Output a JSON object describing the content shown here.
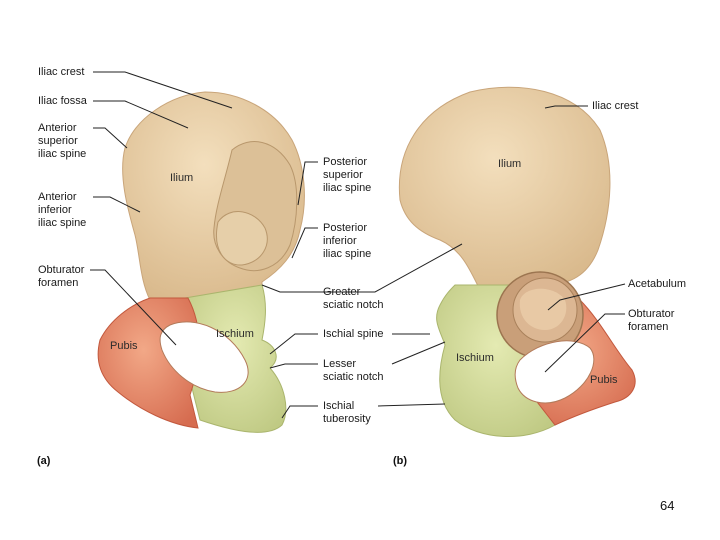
{
  "figure": {
    "panel_a": "(a)",
    "panel_b": "(b)",
    "page_number": "64"
  },
  "colors": {
    "ilium": "#ead0a8",
    "ilium_shadow": "#d4b58a",
    "ischium": "#d8df9c",
    "ischium_shadow": "#b9c47c",
    "pubis": "#ec9273",
    "pubis_shadow": "#d4694c",
    "acetabulum": "#cfa47f",
    "leader": "#222222"
  },
  "left_labels": {
    "iliac_crest": "Iliac crest",
    "iliac_fossa": "Iliac fossa",
    "anterior_superior_iliac_spine": "Anterior\nsuperior\niliac spine",
    "anterior_inferior_iliac_spine": "Anterior\ninferior\niliac spine",
    "obturator_foramen": "Obturator\nforamen"
  },
  "center_labels": {
    "posterior_superior_iliac_spine": "Posterior\nsuperior\niliac spine",
    "posterior_inferior_iliac_spine": "Posterior\ninferior\niliac spine",
    "greater_sciatic_notch": "Greater\nsciatic notch",
    "ischial_spine": "Ischial spine",
    "lesser_sciatic_notch": "Lesser\nsciatic notch",
    "ischial_tuberosity": "Ischial\ntuberosity"
  },
  "right_labels": {
    "iliac_crest": "Iliac crest",
    "acetabulum": "Acetabulum",
    "obturator_foramen": "Obturator\nforamen"
  },
  "bone_labels_a": {
    "ilium": "Ilium",
    "ischium": "Ischium",
    "pubis": "Pubis"
  },
  "bone_labels_b": {
    "ilium": "Ilium",
    "ischium": "Ischium",
    "pubis": "Pubis"
  }
}
